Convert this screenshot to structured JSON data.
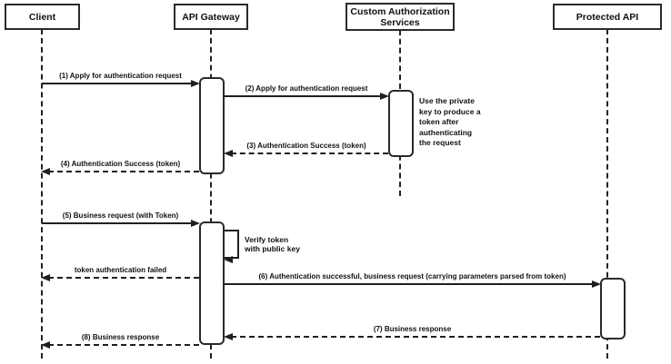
{
  "diagram_type": "uml-sequence-diagram",
  "colors": {
    "line": "#1f1f1f",
    "box_border": "#2b2b2b",
    "background": "#ffffff",
    "fill": "#ffffff"
  },
  "actors": {
    "client": {
      "label": "Client"
    },
    "api_gateway": {
      "label": "API Gateway"
    },
    "custom_auth": {
      "label": "Custom Authorization Services"
    },
    "protected_api": {
      "label": "Protected API"
    }
  },
  "messages": {
    "m1": {
      "label": "(1) Apply for authentication request",
      "style": "solid",
      "from": "Client",
      "to": "API Gateway"
    },
    "m2": {
      "label": "(2) Apply for authentication request",
      "style": "solid",
      "from": "API Gateway",
      "to": "Custom Authorization Services"
    },
    "m3": {
      "label": "(3) Authentication Success (token)",
      "style": "dashed",
      "from": "Custom Authorization Services",
      "to": "API Gateway"
    },
    "m4": {
      "label": "(4) Authentication Success (token)",
      "style": "dashed",
      "from": "API Gateway",
      "to": "Client"
    },
    "m5": {
      "label": "(5) Business request (with Token)",
      "style": "solid",
      "from": "Client",
      "to": "API Gateway"
    },
    "token_failed": {
      "label": "token authentication failed",
      "style": "dashed",
      "from": "API Gateway",
      "to": "Client"
    },
    "m6": {
      "label": "(6) Authentication successful, business request (carrying parameters parsed from token)",
      "style": "solid",
      "from": "API Gateway",
      "to": "Protected API"
    },
    "m7": {
      "label": "(7) Business response",
      "style": "dashed",
      "from": "Protected API",
      "to": "API Gateway"
    },
    "m8": {
      "label": "(8) Business response",
      "style": "dashed",
      "from": "API Gateway",
      "to": "Client"
    }
  },
  "self_message": {
    "on": "API Gateway",
    "lines": [
      "Verify token",
      "with public key"
    ]
  },
  "note": {
    "on": "Custom Authorization Services",
    "lines": [
      "Use the private",
      "key to produce a",
      "token after",
      "authenticating",
      "the request"
    ]
  }
}
